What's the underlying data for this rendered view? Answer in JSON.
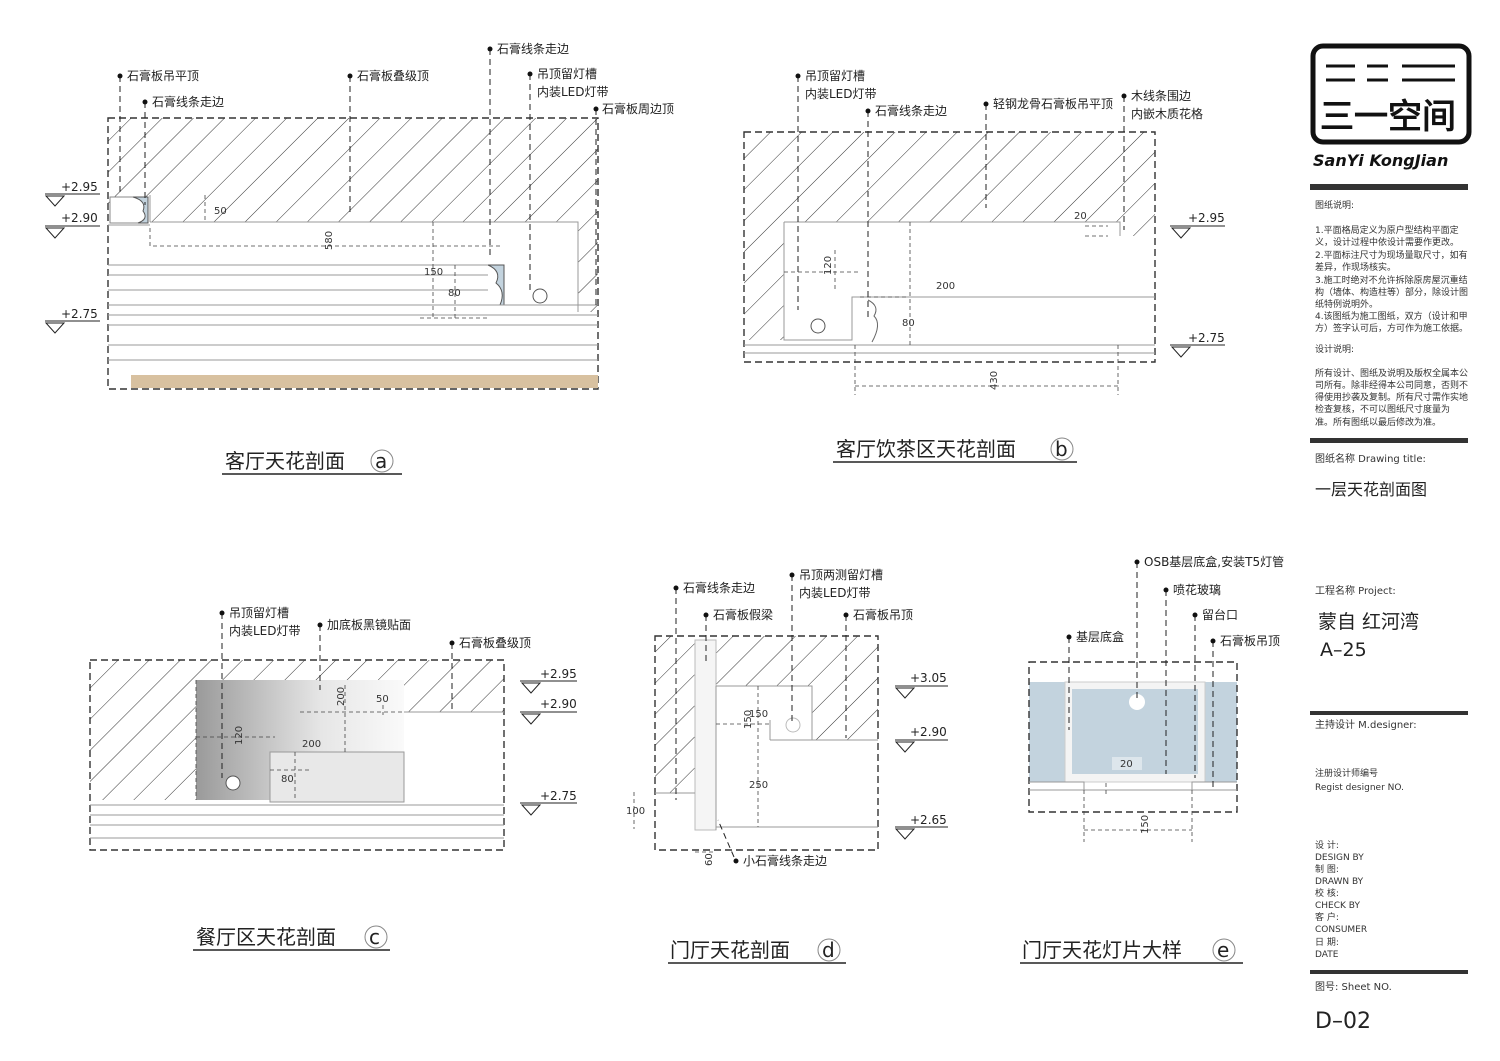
{
  "sections": {
    "a": {
      "title": "客厅天花剖面",
      "letter": "a",
      "callouts": [
        "石膏板吊平顶",
        "石膏线条走边",
        "石膏板叠级顶",
        "石膏线条走边",
        "吊顶留灯槽",
        "内装LED灯带",
        "石膏板周边顶"
      ],
      "dims": [
        "50",
        "580",
        "150",
        "80"
      ],
      "levels": [
        "+2.95",
        "+2.90",
        "+2.75"
      ]
    },
    "b": {
      "title": "客厅饮茶区天花剖面",
      "letter": "b",
      "callouts": [
        "吊顶留灯槽",
        "内装LED灯带",
        "石膏线条走边",
        "轻钢龙骨石膏板吊平顶",
        "木线条围边",
        "内嵌木质花格"
      ],
      "dims": [
        "20",
        "120",
        "200",
        "80",
        "430"
      ],
      "levels": [
        "+2.95",
        "+2.75"
      ]
    },
    "c": {
      "title": "餐厅区天花剖面",
      "letter": "c",
      "callouts": [
        "吊顶留灯槽",
        "内装LED灯带",
        "加底板黑镜贴面",
        "石膏板叠级顶"
      ],
      "dims": [
        "50",
        "200",
        "120",
        "200",
        "80"
      ],
      "levels": [
        "+2.95",
        "+2.90",
        "+2.75"
      ]
    },
    "d": {
      "title": "门厅天花剖面",
      "letter": "d",
      "callouts": [
        "石膏线条走边",
        "石膏板假梁",
        "吊顶两测留灯槽",
        "内装LED灯带",
        "石膏板吊顶",
        "小石膏线条走边"
      ],
      "dims": [
        "150",
        "150",
        "250",
        "100",
        "60"
      ],
      "levels": [
        "+3.05",
        "+2.90",
        "+2.65"
      ]
    },
    "e": {
      "title": "门厅天花灯片大样",
      "letter": "e",
      "callouts": [
        "OSB基层底盒,安装T5灯管",
        "喷花玻璃",
        "留台口",
        "基层底盒",
        "石膏板吊顶"
      ],
      "dims": [
        "20",
        "150"
      ]
    }
  },
  "title_block": {
    "logo_cn": "三一空间",
    "logo_en": "SanYi KongJian",
    "notes_heading": "图纸说明:",
    "notes": [
      "1.平面格局定义为原户型结构平面定",
      "义，设计过程中依设计需要作更改。",
      "2.平面标注尺寸为现场量取尺寸，如有",
      "差异，作现场核实。",
      "3.施工时绝对不允许拆除原房屋沉重结",
      "构（墙体、构造柱等）部分，除设计图",
      "纸特例说明外。",
      "4.该图纸为施工图纸，双方（设计和甲",
      "方）签字认可后，方可作为施工依据。"
    ],
    "design_heading": "设计说明:",
    "design_notes": [
      "所有设计、图纸及说明及版权全属本公",
      "司所有。除非经得本公司同意，否则不",
      "得使用抄袭及复制。所有尺寸需作实地",
      "检查复核，不可以图纸尺寸度量为",
      "准。所有图纸以最后修改为准。"
    ],
    "drawing_title_label": "图纸名称  Drawing title:",
    "drawing_title": "一层天花剖面图",
    "project_label": "工程名称  Project:",
    "project_name": "蒙自 红河湾",
    "project_code": "A–25",
    "m_designer": "主持设计  M.designer:",
    "regist_cn": "注册设计师编号",
    "regist_en": "Regist designer NO.",
    "roles": [
      "设    计:",
      "DESIGN BY",
      "制    图:",
      "DRAWN BY",
      "校    核:",
      "CHECK BY",
      "客    户:",
      "CONSUMER",
      "日  期:",
      "DATE"
    ],
    "sheet_label": "图号:  Sheet NO.",
    "sheet_no": "D–02"
  },
  "colors": {
    "glass": "#c3d3de",
    "wood": "#d8c1a0",
    "ink": "#222222"
  }
}
